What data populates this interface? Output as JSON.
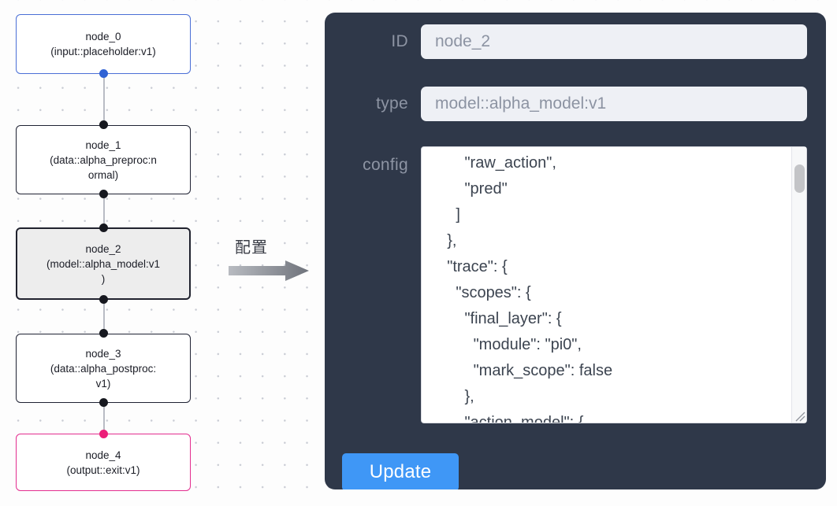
{
  "canvas": {
    "grid_dot_color": "#c9ccd4",
    "background_color": "#fdfdfd"
  },
  "graph": {
    "nodes": [
      {
        "id": "node_0",
        "title": "node_0",
        "subtitle": "(input::placeholder:v1)",
        "kind": "input",
        "border_color": "#4a6fd6",
        "selected": false
      },
      {
        "id": "node_1",
        "title": "node_1",
        "subtitle_line_1": "(data::alpha_preproc:n",
        "subtitle_line_2": "ormal)",
        "kind": "data",
        "border_color": "#1f2233",
        "selected": false
      },
      {
        "id": "node_2",
        "title": "node_2",
        "subtitle_line_1": "(model::alpha_model:v1",
        "subtitle_line_2": ")",
        "kind": "model",
        "border_color": "#20222e",
        "selected": true
      },
      {
        "id": "node_3",
        "title": "node_3",
        "subtitle_line_1": "(data::alpha_postproc:",
        "subtitle_line_2": "v1)",
        "kind": "data",
        "border_color": "#1f2233",
        "selected": false
      },
      {
        "id": "node_4",
        "title": "node_4",
        "subtitle": "(output::exit:v1)",
        "kind": "output",
        "border_color": "#e32d8f",
        "selected": false
      }
    ],
    "edges": [
      {
        "from": "node_0",
        "to": "node_1"
      },
      {
        "from": "node_1",
        "to": "node_2"
      },
      {
        "from": "node_2",
        "to": "node_3"
      },
      {
        "from": "node_3",
        "to": "node_4"
      }
    ]
  },
  "transition": {
    "label": "配置",
    "arrow_color": "#7f8289",
    "arrow_direction": "right"
  },
  "panel": {
    "background_color": "#2f3849",
    "fields": {
      "id": {
        "label": "ID",
        "value": "node_2",
        "placeholder": "node id"
      },
      "type": {
        "label": "type",
        "value": "model::alpha_model:v1",
        "placeholder": "node type"
      },
      "config": {
        "label": "config",
        "value": "        \"raw_action\",\n        \"pred\"\n      ]\n    },\n    \"trace\": {\n      \"scopes\": {\n        \"final_layer\": {\n          \"module\": \"pi0\",\n          \"mark_scope\": false\n        },\n        \"action_model\": {"
      }
    },
    "update_button": {
      "label": "Update",
      "color": "#3f97f6"
    },
    "scrollbar": {
      "thumb_color": "#c3c4c7",
      "track_color": "#f7f8f9"
    }
  }
}
